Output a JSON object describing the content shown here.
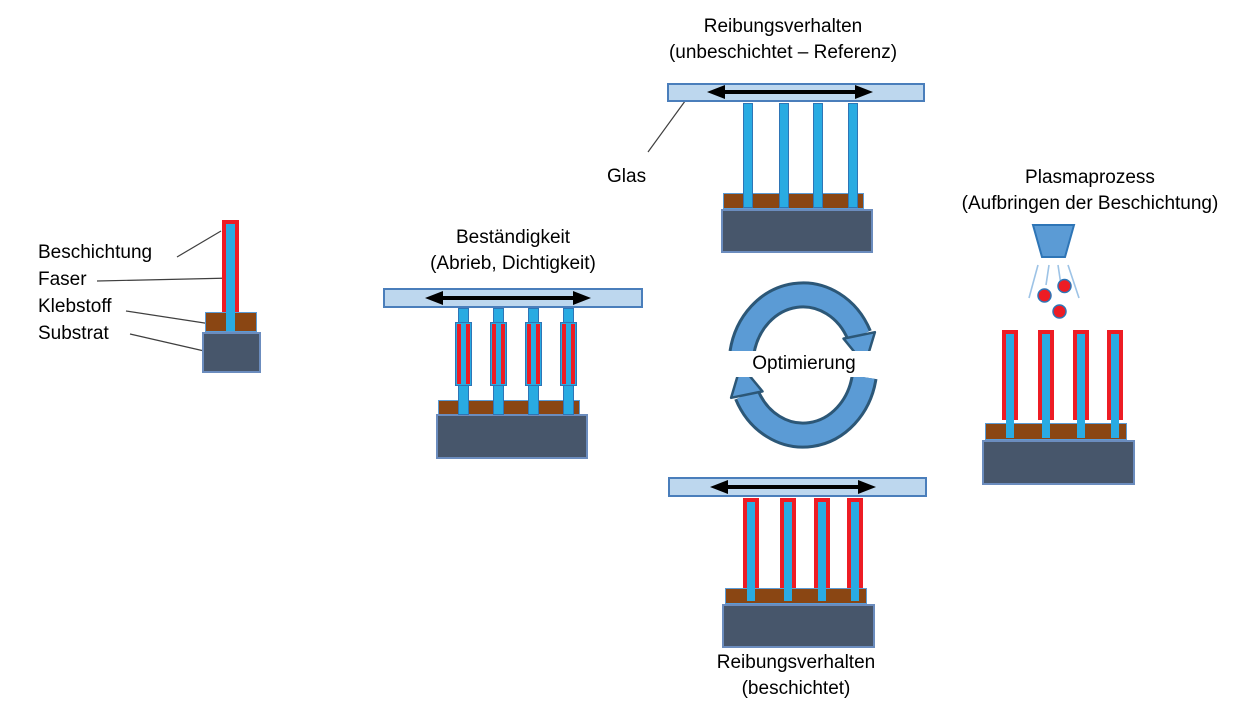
{
  "legend": {
    "labels": [
      "Beschichtung",
      "Faser",
      "Klebstoff",
      "Substrat"
    ]
  },
  "groups": {
    "bestaendigkeit": {
      "title_line1": "Beständigkeit",
      "title_line2": "(Abrieb, Dichtigkeit)"
    },
    "referenz": {
      "title_line1": "Reibungsverhalten",
      "title_line2": "(unbeschichtet – Referenz)",
      "glass_label": "Glas"
    },
    "optimierung": {
      "label": "Optimierung"
    },
    "plasma": {
      "title_line1": "Plasmaprozess",
      "title_line2": "(Aufbringen der Beschichtung)"
    },
    "beschichtet": {
      "title_line1": "Reibungsverhalten",
      "title_line2": "(beschichtet)"
    }
  },
  "colors": {
    "fiber_blue": "#29ABE2",
    "fiber_border": "#2E75B6",
    "coating_red": "#ED1C24",
    "adhesive_brown": "#8A4613",
    "substrate_slate": "#47566B",
    "substrate_border": "#6B8CBE",
    "glass_fill": "#BDD7EE",
    "glass_border": "#4A7EBB",
    "cycle_blue": "#5B9BD5",
    "cycle_outline": "#2C5777",
    "spray_light_blue": "#9DC3E6",
    "arrow_black": "#000000",
    "leader_line": "#3F3F3F"
  }
}
